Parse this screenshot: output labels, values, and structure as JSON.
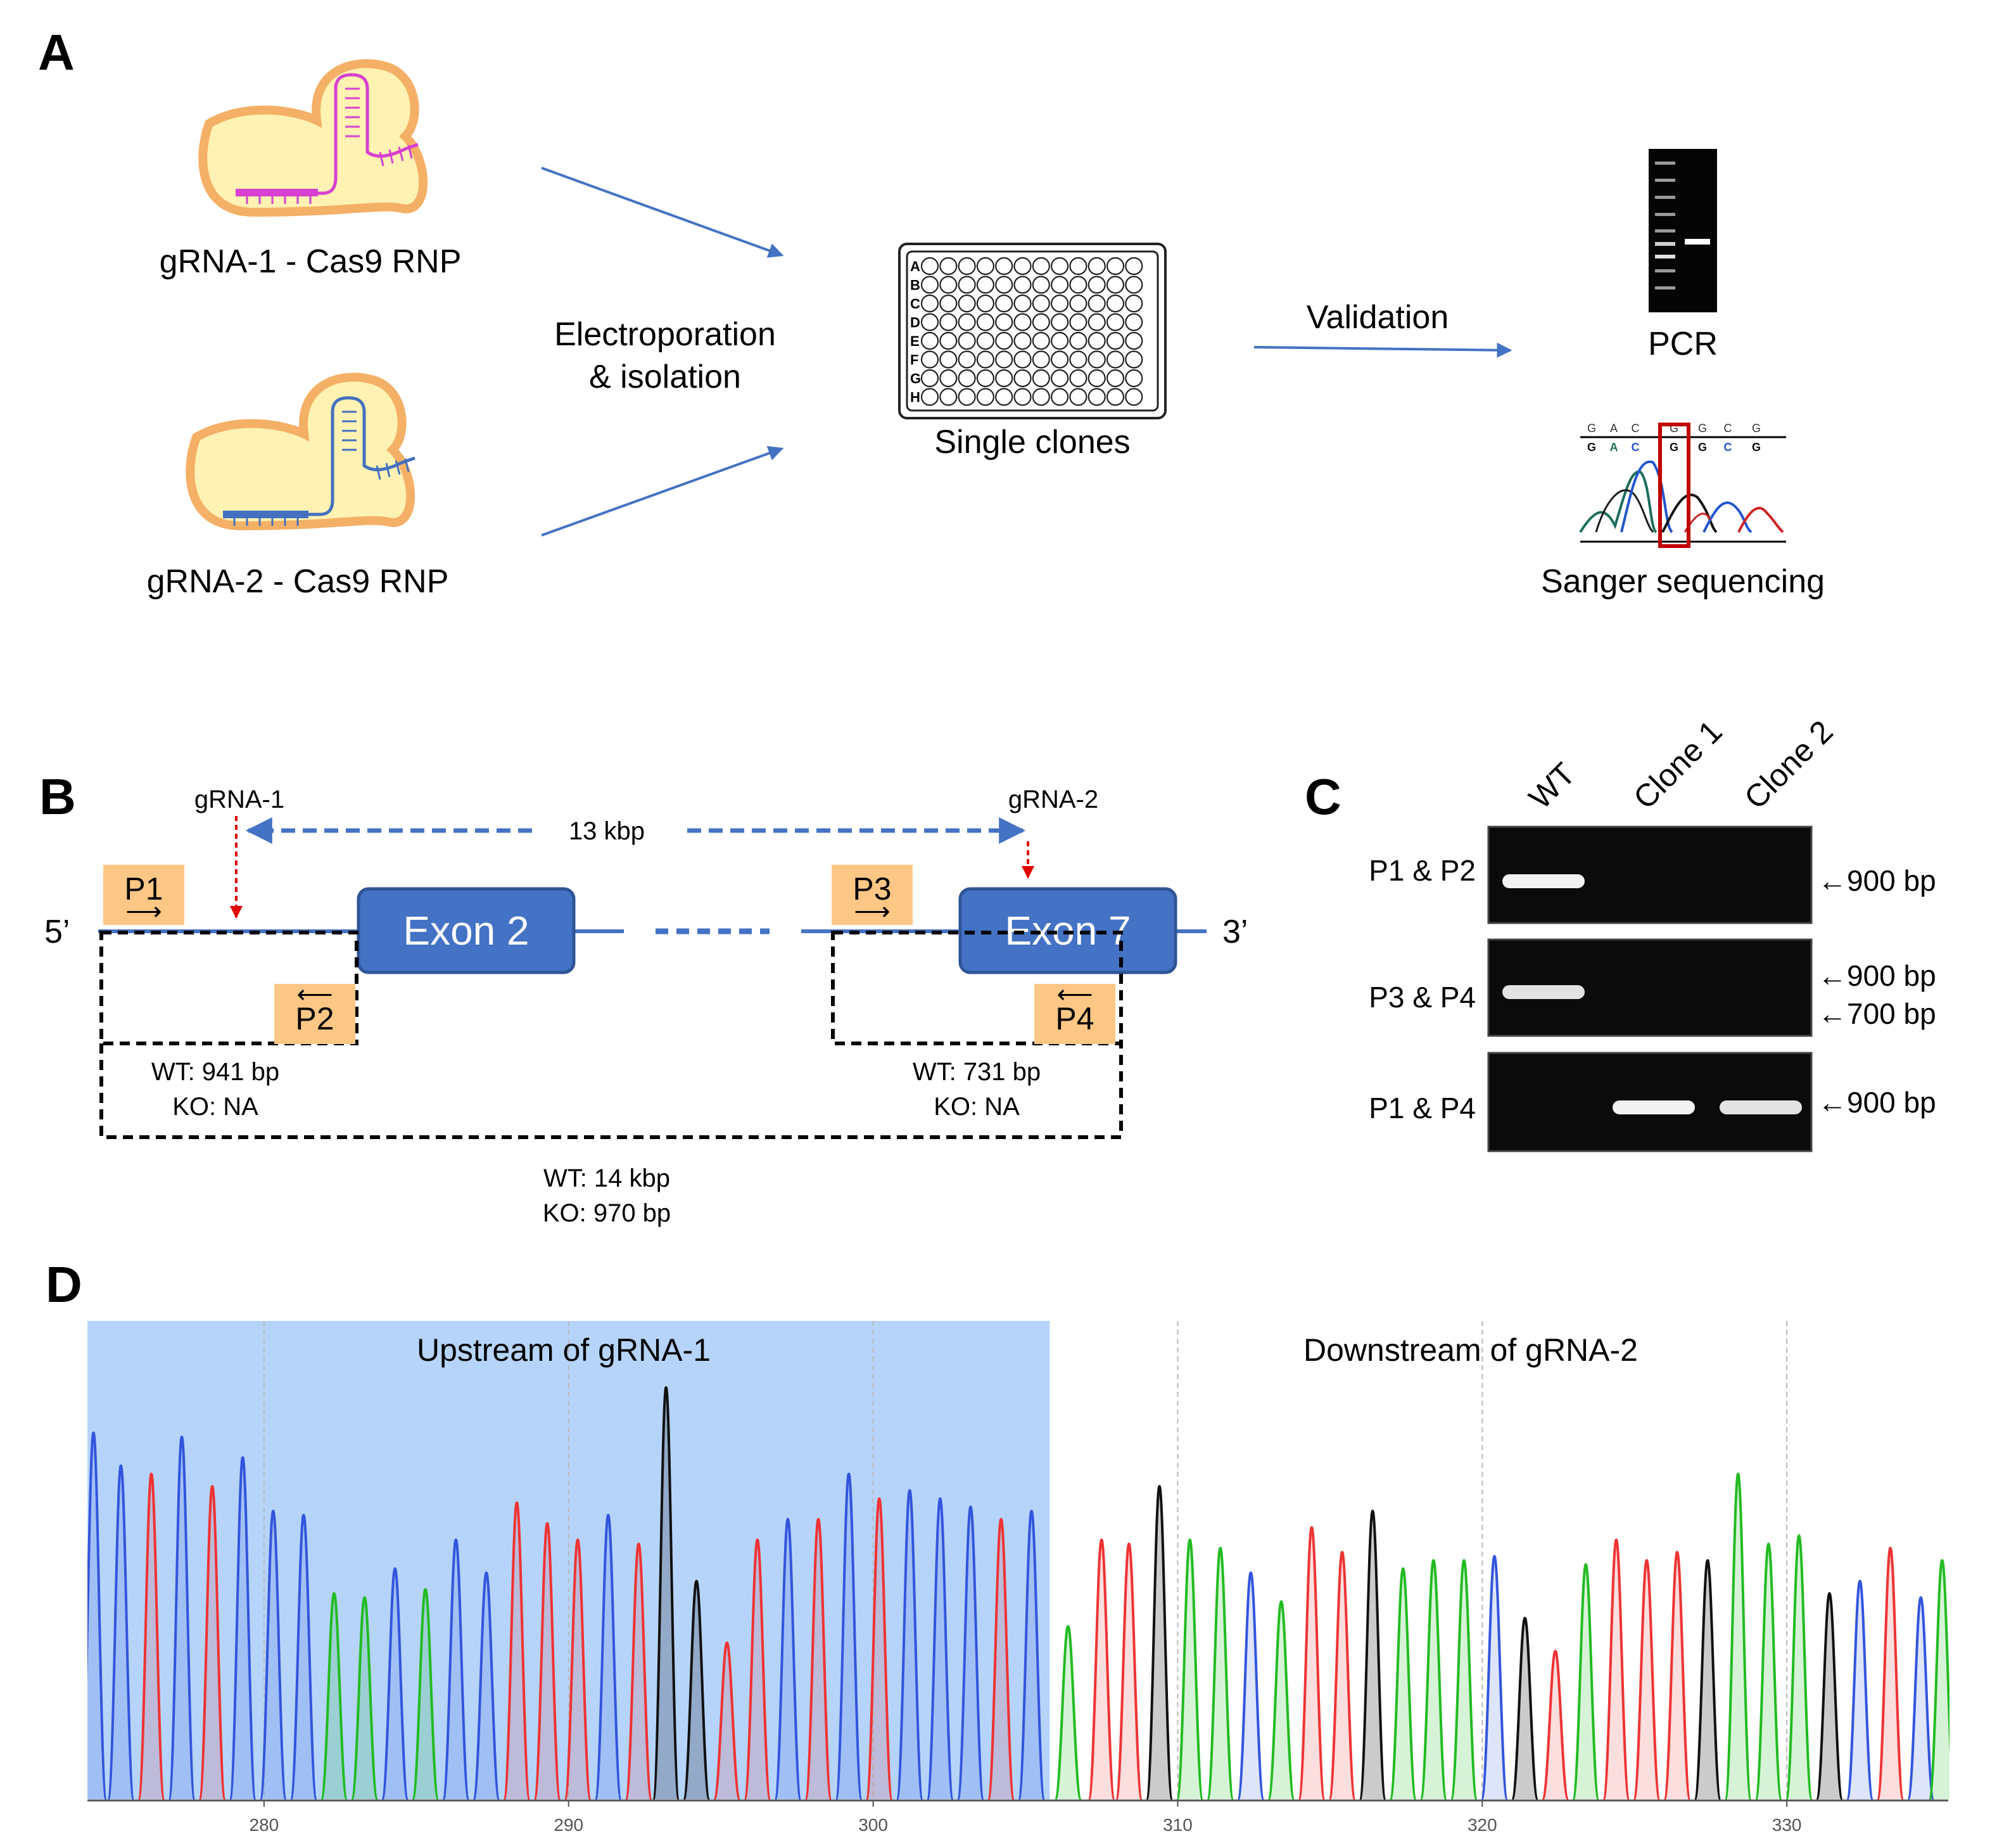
{
  "colors": {
    "rnp_body_fill": "#FFF2B3",
    "rnp_body_stroke": "#F4B066",
    "grna1_color": "#D740D0",
    "grna2_color": "#4470C0",
    "arrow_blue": "#4472C4",
    "exon_fill": "#4472C4",
    "exon_stroke": "#2E5597",
    "primer_fill": "#FFC785",
    "cut_red": "#E00000",
    "shade_blue": "#B6D4FA",
    "trace_A": "#22BB22",
    "trace_C": "#3355DD",
    "trace_G": "#111111",
    "trace_T": "#EE3333"
  },
  "panel_a": {
    "label": "A",
    "grna1_caption": "gRNA-1 - Cas9 RNP",
    "grna2_caption": "gRNA-2 - Cas9 RNP",
    "electroporation_line1": "Electroporation",
    "electroporation_line2": "& isolation",
    "plate_caption": "Single clones",
    "plate_rows": [
      "A",
      "B",
      "C",
      "D",
      "E",
      "F",
      "G",
      "H"
    ],
    "validation_label": "Validation",
    "pcr_caption": "PCR",
    "sanger_caption": "Sanger sequencing",
    "sanger_top_bases": [
      "G",
      "A",
      "C",
      "G",
      "G",
      "C",
      "G"
    ],
    "sanger_bottom_bases": [
      "G",
      "A",
      "C",
      "G",
      "G",
      "C",
      "G"
    ]
  },
  "panel_b": {
    "label": "B",
    "grna1_label": "gRNA-1",
    "grna2_label": "gRNA-2",
    "distance_label": "13 kbp",
    "five_prime": "5’",
    "three_prime": "3’",
    "exon2_label": "Exon 2",
    "exon7_label": "Exon 7",
    "primers": [
      "P1",
      "P2",
      "P3",
      "P4"
    ],
    "amplicon_left_wt": "WT: 941 bp",
    "amplicon_left_ko": "KO: NA",
    "amplicon_right_wt": "WT: 731 bp",
    "amplicon_right_ko": "KO: NA",
    "amplicon_outer_wt": "WT: 14 kbp",
    "amplicon_outer_ko": "KO: 970 bp"
  },
  "panel_c": {
    "label": "C",
    "lanes": [
      "WT",
      "Clone 1",
      "Clone 2"
    ],
    "rows": [
      {
        "label": "P1 & P2",
        "markers": [
          "←900 bp"
        ],
        "band_intensity": [
          1.0,
          0,
          0
        ]
      },
      {
        "label": "P3 & P4",
        "markers": [
          "←900 bp",
          "←700 bp"
        ],
        "band_intensity": [
          0.85,
          0,
          0
        ]
      },
      {
        "label": "P1 & P4",
        "markers": [
          "←900 bp"
        ],
        "band_intensity": [
          0,
          1.0,
          0.85
        ]
      }
    ]
  },
  "panel_d": {
    "label": "D",
    "upstream_label": "Upstream of gRNA-1",
    "downstream_label": "Downstream of gRNA-2",
    "axis_ticks": [
      "280",
      "290",
      "300",
      "310",
      "320",
      "330"
    ],
    "tick_values": [
      280,
      290,
      300,
      310,
      320,
      330
    ],
    "x_range": [
      274.2,
      335.3
    ],
    "shaded_range": [
      274.2,
      305.8
    ],
    "peaks": [
      {
        "x": 274.4,
        "b": "C",
        "h": 0.89
      },
      {
        "x": 275.3,
        "b": "C",
        "h": 0.81
      },
      {
        "x": 276.3,
        "b": "T",
        "h": 0.79
      },
      {
        "x": 277.3,
        "b": "C",
        "h": 0.88
      },
      {
        "x": 278.3,
        "b": "T",
        "h": 0.76
      },
      {
        "x": 279.3,
        "b": "C",
        "h": 0.83
      },
      {
        "x": 280.3,
        "b": "C",
        "h": 0.7
      },
      {
        "x": 281.3,
        "b": "C",
        "h": 0.69
      },
      {
        "x": 282.3,
        "b": "A",
        "h": 0.5
      },
      {
        "x": 283.3,
        "b": "A",
        "h": 0.49
      },
      {
        "x": 284.3,
        "b": "C",
        "h": 0.56
      },
      {
        "x": 285.3,
        "b": "A",
        "h": 0.51
      },
      {
        "x": 286.3,
        "b": "C",
        "h": 0.63
      },
      {
        "x": 287.3,
        "b": "C",
        "h": 0.55
      },
      {
        "x": 288.3,
        "b": "T",
        "h": 0.72
      },
      {
        "x": 289.3,
        "b": "T",
        "h": 0.67
      },
      {
        "x": 290.3,
        "b": "T",
        "h": 0.63
      },
      {
        "x": 291.3,
        "b": "C",
        "h": 0.69
      },
      {
        "x": 292.3,
        "b": "T",
        "h": 0.62
      },
      {
        "x": 293.2,
        "b": "G",
        "h": 1.0
      },
      {
        "x": 294.2,
        "b": "G",
        "h": 0.53
      },
      {
        "x": 295.2,
        "b": "T",
        "h": 0.38
      },
      {
        "x": 296.2,
        "b": "T",
        "h": 0.63
      },
      {
        "x": 297.2,
        "b": "C",
        "h": 0.68
      },
      {
        "x": 298.2,
        "b": "T",
        "h": 0.68
      },
      {
        "x": 299.2,
        "b": "C",
        "h": 0.79
      },
      {
        "x": 300.2,
        "b": "T",
        "h": 0.73
      },
      {
        "x": 301.2,
        "b": "C",
        "h": 0.75
      },
      {
        "x": 302.2,
        "b": "C",
        "h": 0.73
      },
      {
        "x": 303.2,
        "b": "C",
        "h": 0.71
      },
      {
        "x": 304.2,
        "b": "T",
        "h": 0.68
      },
      {
        "x": 305.2,
        "b": "C",
        "h": 0.7
      },
      {
        "x": 306.4,
        "b": "A",
        "h": 0.42
      },
      {
        "x": 307.5,
        "b": "T",
        "h": 0.63
      },
      {
        "x": 308.4,
        "b": "T",
        "h": 0.62
      },
      {
        "x": 309.4,
        "b": "G",
        "h": 0.76
      },
      {
        "x": 310.4,
        "b": "A",
        "h": 0.63
      },
      {
        "x": 311.4,
        "b": "A",
        "h": 0.61
      },
      {
        "x": 312.4,
        "b": "C",
        "h": 0.55
      },
      {
        "x": 313.4,
        "b": "A",
        "h": 0.48
      },
      {
        "x": 314.4,
        "b": "T",
        "h": 0.66
      },
      {
        "x": 315.4,
        "b": "T",
        "h": 0.6
      },
      {
        "x": 316.4,
        "b": "G",
        "h": 0.7
      },
      {
        "x": 317.4,
        "b": "A",
        "h": 0.56
      },
      {
        "x": 318.4,
        "b": "A",
        "h": 0.58
      },
      {
        "x": 319.4,
        "b": "A",
        "h": 0.58
      },
      {
        "x": 320.4,
        "b": "C",
        "h": 0.59
      },
      {
        "x": 321.4,
        "b": "G",
        "h": 0.44
      },
      {
        "x": 322.4,
        "b": "T",
        "h": 0.36
      },
      {
        "x": 323.4,
        "b": "A",
        "h": 0.57
      },
      {
        "x": 324.4,
        "b": "T",
        "h": 0.63
      },
      {
        "x": 325.4,
        "b": "T",
        "h": 0.58
      },
      {
        "x": 326.4,
        "b": "T",
        "h": 0.6
      },
      {
        "x": 327.4,
        "b": "G",
        "h": 0.58
      },
      {
        "x": 328.4,
        "b": "A",
        "h": 0.79
      },
      {
        "x": 329.4,
        "b": "A",
        "h": 0.62
      },
      {
        "x": 330.4,
        "b": "A",
        "h": 0.64
      },
      {
        "x": 331.4,
        "b": "G",
        "h": 0.5
      },
      {
        "x": 332.4,
        "b": "C",
        "h": 0.53
      },
      {
        "x": 333.4,
        "b": "T",
        "h": 0.61
      },
      {
        "x": 334.4,
        "b": "C",
        "h": 0.49
      },
      {
        "x": 335.1,
        "b": "A",
        "h": 0.58
      }
    ]
  }
}
